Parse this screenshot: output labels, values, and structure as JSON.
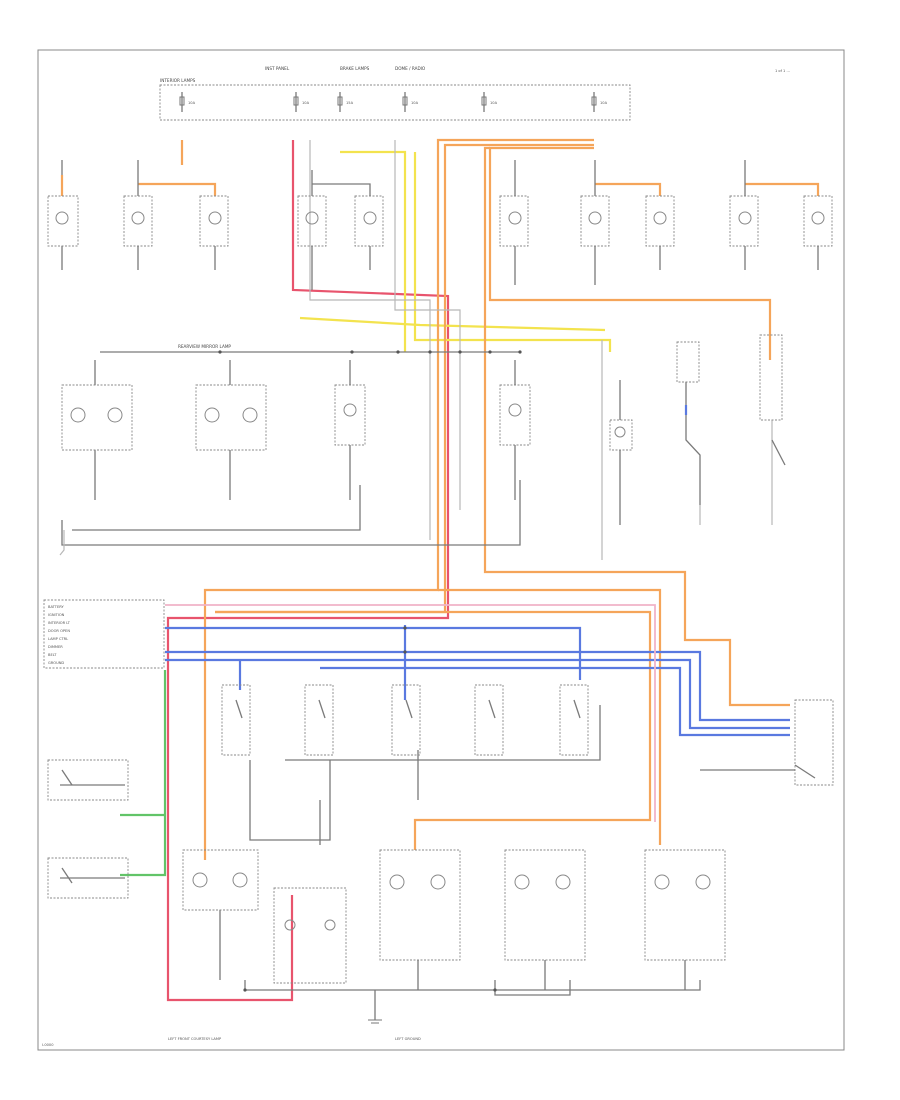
{
  "header": {
    "corner_code": "1 of 1  ...",
    "fuse_labels": [
      "INTERIOR LAMPS",
      "INST PANEL",
      "BRAKE LAMPS",
      "DOME / RADIO"
    ],
    "fuse_ids": [
      "10A",
      "10A",
      "15A",
      "10A",
      "10A",
      "10A"
    ]
  },
  "labels": {
    "bus_label": "REARVIEW MIRROR LAMP",
    "pin_labels": [
      "BATTERY",
      "IGNITION",
      "INTERIOR LT",
      "DOOR OPEN",
      "LAMP CTRL",
      "DIMMER",
      "BELT",
      "GROUND"
    ],
    "bottom_left": "LEFT FRONT COURTESY LAMP",
    "bottom_center": "LEFT GROUND",
    "footer_code": "I-0000"
  },
  "colors": {
    "orange_wire": "#f5a55a",
    "red_wire": "#e8546d",
    "yellow_wire": "#f3e34e",
    "blue_wire": "#5a79e0",
    "green_wire": "#62c468",
    "black_wire": "#7a7a7a"
  }
}
